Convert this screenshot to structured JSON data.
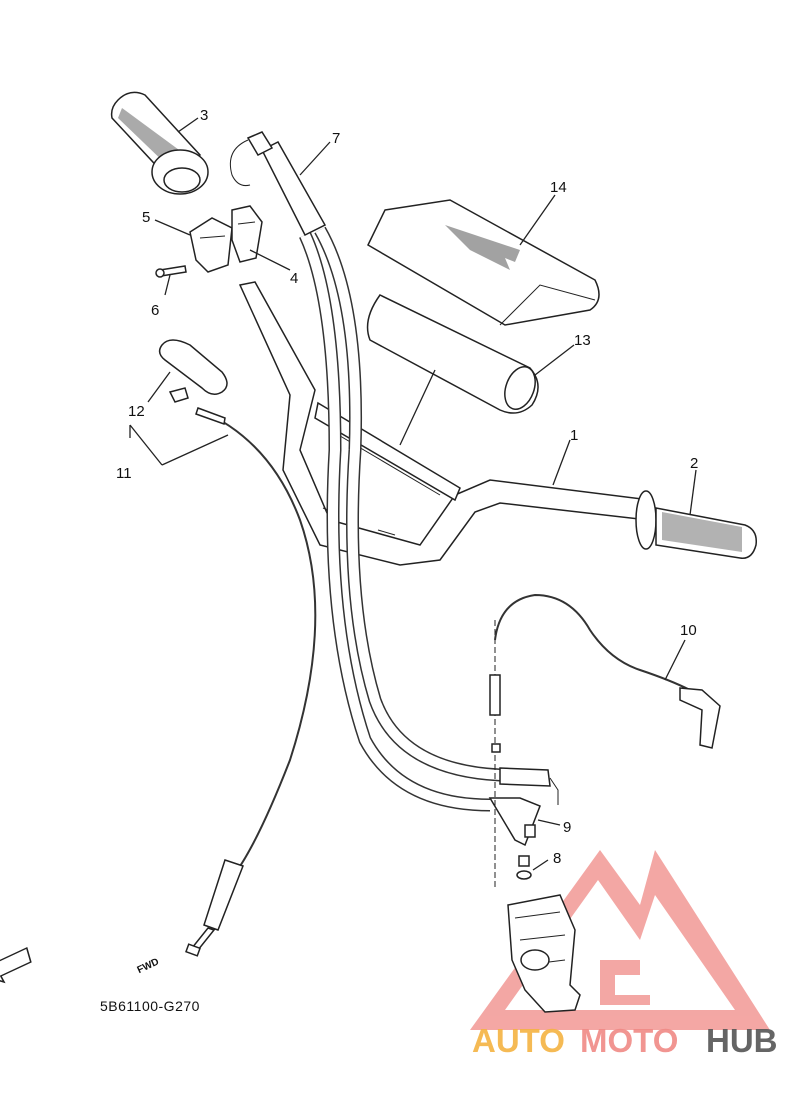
{
  "diagram": {
    "callouts": [
      "1",
      "2",
      "3",
      "4",
      "5",
      "6",
      "7",
      "8",
      "9",
      "10",
      "11",
      "12",
      "13",
      "14"
    ],
    "part_code": "5B61100-G270",
    "fwd_label": "FWD",
    "watermark": {
      "brand_part_1": "AUTO",
      "brand_part_2": "MOTO",
      "brand_part_3": "HUB",
      "colors": {
        "brand_part_1": "#f5b342",
        "brand_part_2": "#f08a86",
        "brand_part_3": "#555555",
        "logo": "#f08a86"
      }
    }
  }
}
